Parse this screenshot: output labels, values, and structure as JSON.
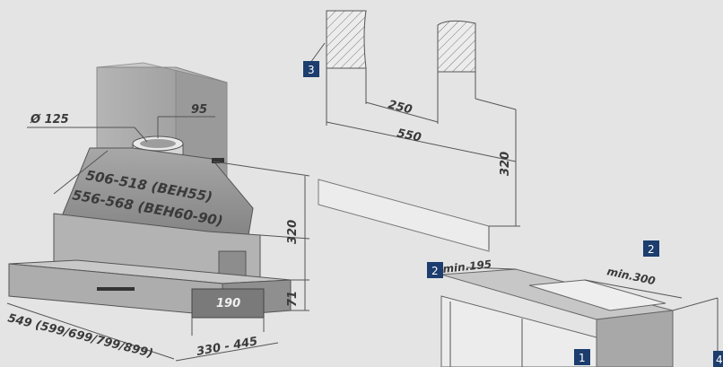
{
  "hood": {
    "duct_diameter": "Ø 125",
    "duct_offset": "95",
    "depth_beh55": "506-518 (BEH55)",
    "depth_beh60_90": "556-568 (BEH60-90)",
    "height_total": "320",
    "height_body": "71",
    "front_block": "190",
    "width": "549 (599/699/799/899)",
    "depth_range": "330 - 445"
  },
  "install": {
    "gap_inner": "250",
    "gap_outer": "550",
    "height_min": "320",
    "clearance_side": "min.195",
    "clearance_front": "min.300"
  },
  "badges": [
    "3",
    "2",
    "2",
    "1",
    "4"
  ],
  "colors": {
    "badge": "#1c3d6e",
    "background": "#e4e4e4",
    "line": "#555555"
  }
}
